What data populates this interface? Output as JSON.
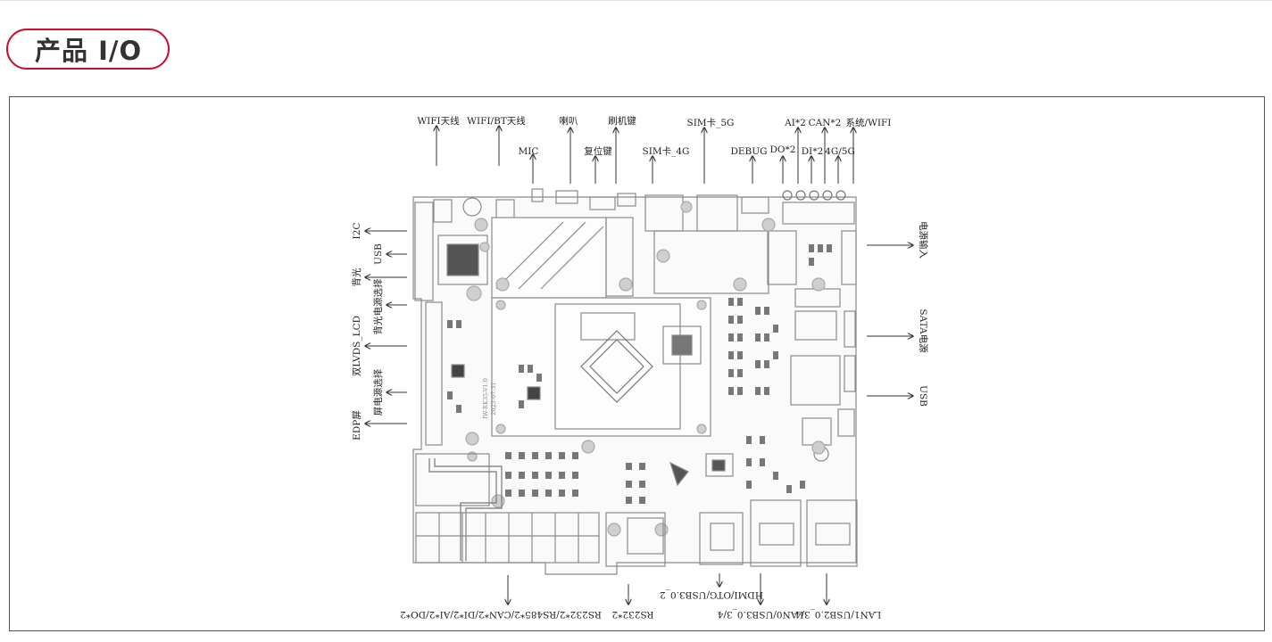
{
  "page": {
    "title": "产品 I/O"
  },
  "labels": {
    "top": {
      "wifi_antenna": "WIFI天线",
      "wifi_bt_antenna": "WIFI/BT天线",
      "mic": "MIC",
      "speaker": "喇叭",
      "reset_key": "复位键",
      "flash_key": "刷机键",
      "sim_4g": "SIM卡_4G",
      "sim_5g": "SIM卡_5G",
      "debug": "DEBUG",
      "do2": "DO*2",
      "ai2": "AI*2",
      "di2": "DI*2",
      "can2": "CAN*2",
      "g45": "4G/5G",
      "sys_wifi": "系统/WIFI"
    },
    "left": {
      "i2c": "I2C",
      "usb": "USB",
      "backlight": "背光",
      "backlight_power_select": "背光电源选择",
      "dual_lvds_lcd": "双LVDS_LCD",
      "screen_power_select": "屏电源选择",
      "edp_screen": "EDP屏"
    },
    "right": {
      "power_input": "电源输入",
      "sata_power": "SATA电源",
      "usb": "USB"
    },
    "bottom": {
      "serial_bus": "RS232*2/RS485*2/CAN*2/DI*2/AI*2/DO*2",
      "rs232": "RS232*2",
      "hdmi_otg": "HDMI/OTG/USB3.0_2",
      "lan0": "LAN0/USB3.0_3/4",
      "lan1": "LAN1/USB2.0_3/4"
    },
    "board": {
      "sn_line1": "IW-RK35-V1.0",
      "sn_line2": "2023-07-31"
    }
  },
  "colors": {
    "accent": "#c8102e",
    "line": "#555555",
    "component": "#9a9a9a",
    "chip": "#555555"
  }
}
